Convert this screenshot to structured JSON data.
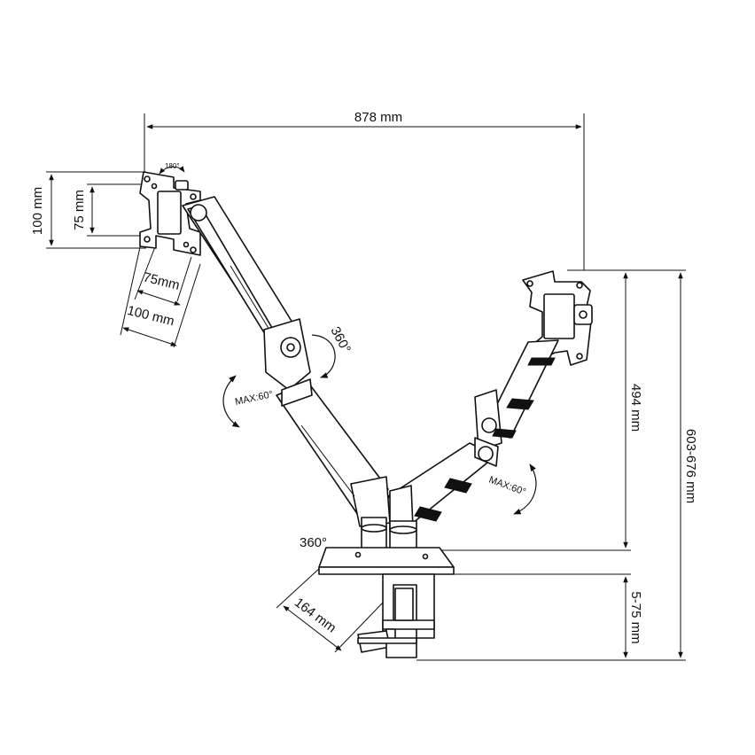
{
  "dimensions": {
    "overall_width": "878 mm",
    "vesa_100_vertical": "100 mm",
    "vesa_75_vertical": "75 mm",
    "vesa_75_horizontal": "75mm",
    "vesa_100_horizontal": "100 mm",
    "arm_height": "494 mm",
    "total_height": "603-676 mm",
    "clamp_thickness": "5-75 mm",
    "base_depth": "164 mm"
  },
  "rotations": {
    "head_tilt": "180°",
    "elbow_swivel": "360°",
    "base_swivel": "360°",
    "left_arm_max_angle": "MAX:60°",
    "right_arm_max_angle": "MAX:60°"
  },
  "icons": {
    "arrow": "dimension-arrow-icon",
    "rotation": "rotation-arrow-icon"
  }
}
